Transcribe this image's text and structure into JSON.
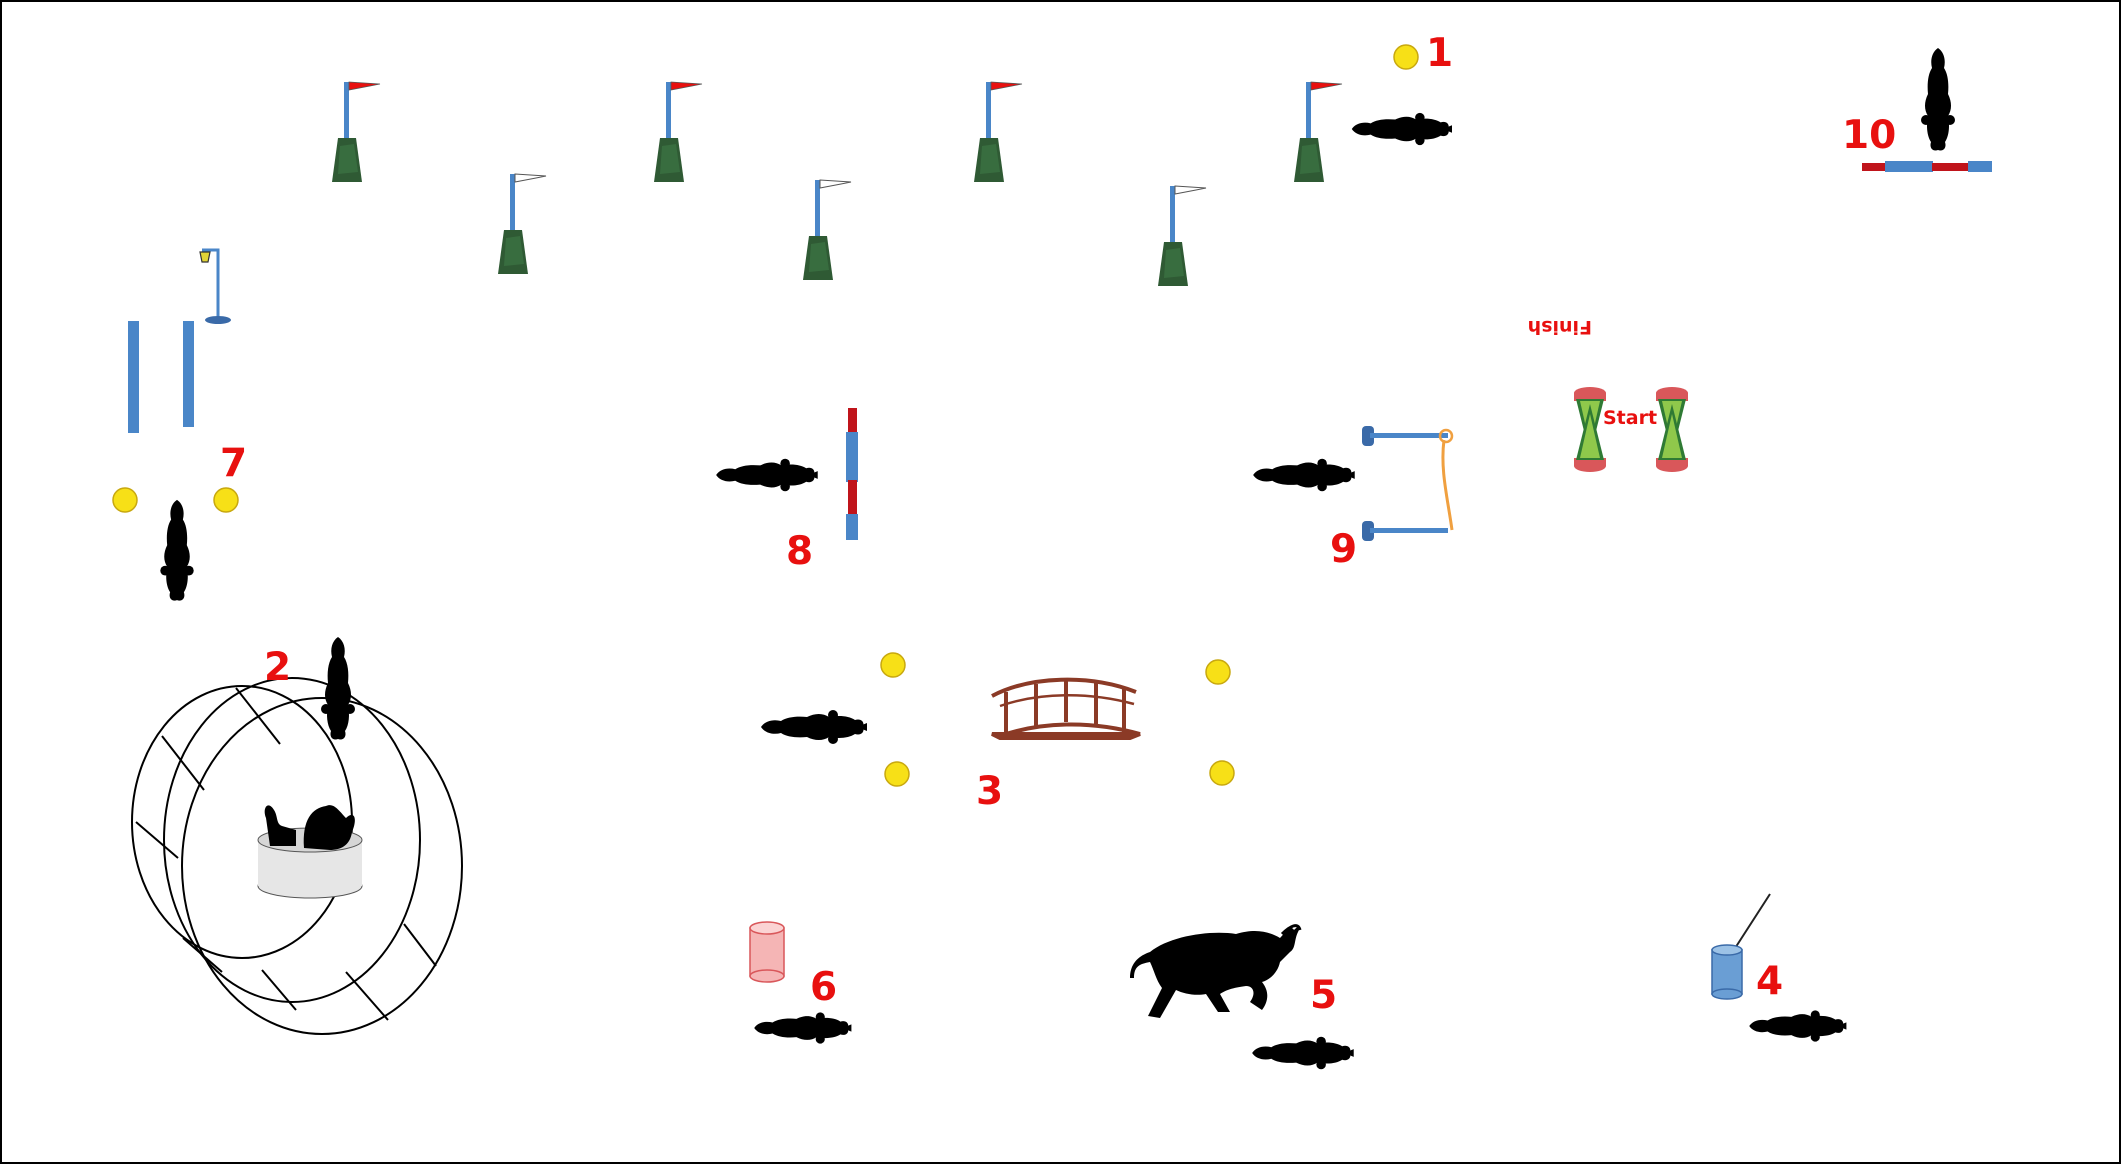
{
  "course": {
    "obstacles": [
      {
        "key": "start_finish",
        "start_label": "Start",
        "finish_label": "Finish"
      },
      {
        "key": "o1",
        "number": "1"
      },
      {
        "key": "o2",
        "number": "2"
      },
      {
        "key": "o3",
        "number": "3"
      },
      {
        "key": "o4",
        "number": "4"
      },
      {
        "key": "o5",
        "number": "5"
      },
      {
        "key": "o6",
        "number": "6"
      },
      {
        "key": "o7",
        "number": "7"
      },
      {
        "key": "o8",
        "number": "8"
      },
      {
        "key": "o9",
        "number": "9"
      },
      {
        "key": "o10",
        "number": "10"
      }
    ]
  },
  "colors": {
    "number_red": "#e8100f",
    "pole_blue": "#4a86c8",
    "flag_red": "#e8100f",
    "cone_green": "#8fc84b",
    "marker_yellow": "#f7e017",
    "bridge_brown": "#8b3a26",
    "base_green": "#2f5a34"
  },
  "icons": [
    "horse-rider-icon",
    "flag-pole-icon",
    "bell-icon",
    "bull-icon",
    "duck-icon",
    "rooster-icon",
    "bucket-icon",
    "barrel-icon",
    "bridge-icon",
    "cone-icon"
  ]
}
